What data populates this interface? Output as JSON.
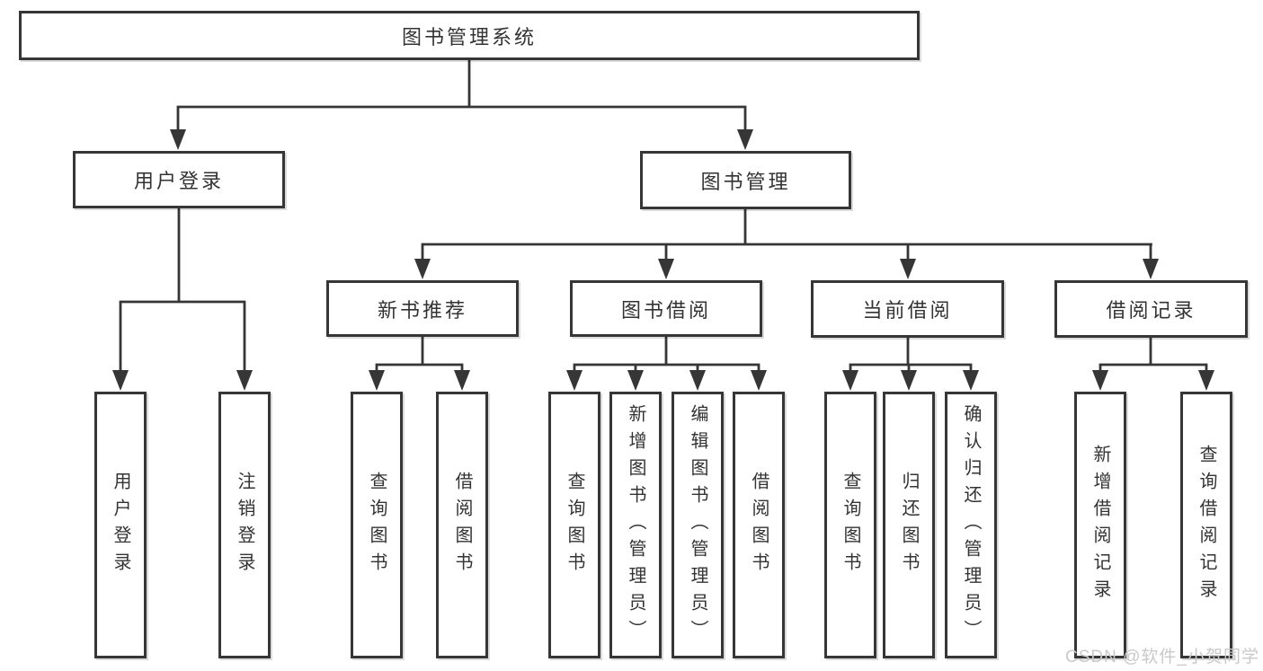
{
  "diagram": {
    "root": "图书管理系统",
    "branches": [
      {
        "label": "用户登录",
        "children": [
          "用户登录",
          "注销登录"
        ]
      },
      {
        "label": "图书管理",
        "groups": [
          {
            "label": "新书推荐",
            "children": [
              "查询图书",
              "借阅图书"
            ]
          },
          {
            "label": "图书借阅",
            "children": [
              "查询图书",
              "新增图书（管理员）",
              "编辑图书（管理员）",
              "借阅图书"
            ]
          },
          {
            "label": "当前借阅",
            "children": [
              "查询图书",
              "归还图书",
              "确认归还（管理员）"
            ]
          },
          {
            "label": "借阅记录",
            "children": [
              "新增借阅记录",
              "查询借阅记录"
            ]
          }
        ]
      }
    ]
  },
  "watermark": {
    "text": "CSDN @软件_小贺同学",
    "color": "#c9c9c9"
  },
  "colors": {
    "line": "#363636",
    "text": "#333333",
    "background": "#ffffff"
  }
}
